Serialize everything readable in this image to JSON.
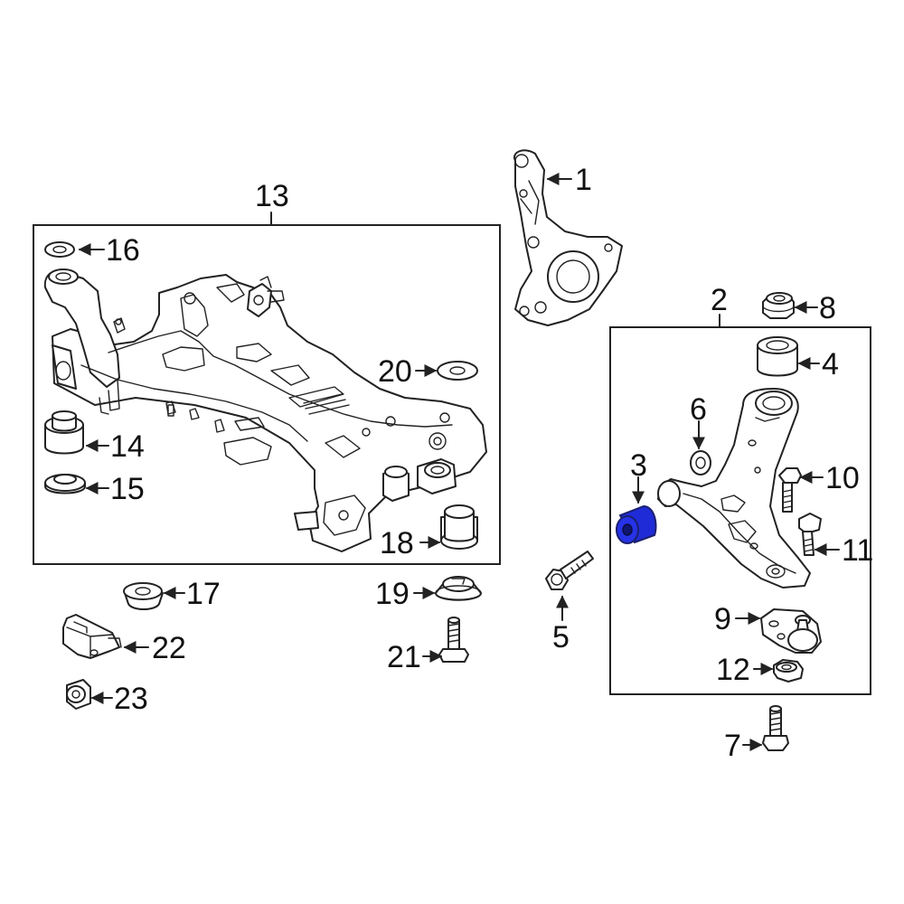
{
  "diagram": {
    "labels": {
      "p1": "1",
      "p2": "2",
      "p3": "3",
      "p4": "4",
      "p5": "5",
      "p6": "6",
      "p7": "7",
      "p8": "8",
      "p9": "9",
      "p10": "10",
      "p11": "11",
      "p12": "12",
      "p13": "13",
      "p14": "14",
      "p15": "15",
      "p16": "16",
      "p17": "17",
      "p18": "18",
      "p19": "19",
      "p20": "20",
      "p21": "21",
      "p22": "22",
      "p23": "23"
    },
    "colors": {
      "line": "#222222",
      "highlight": "#1f2bd6",
      "background": "#ffffff"
    },
    "highlighted_part": "3"
  }
}
